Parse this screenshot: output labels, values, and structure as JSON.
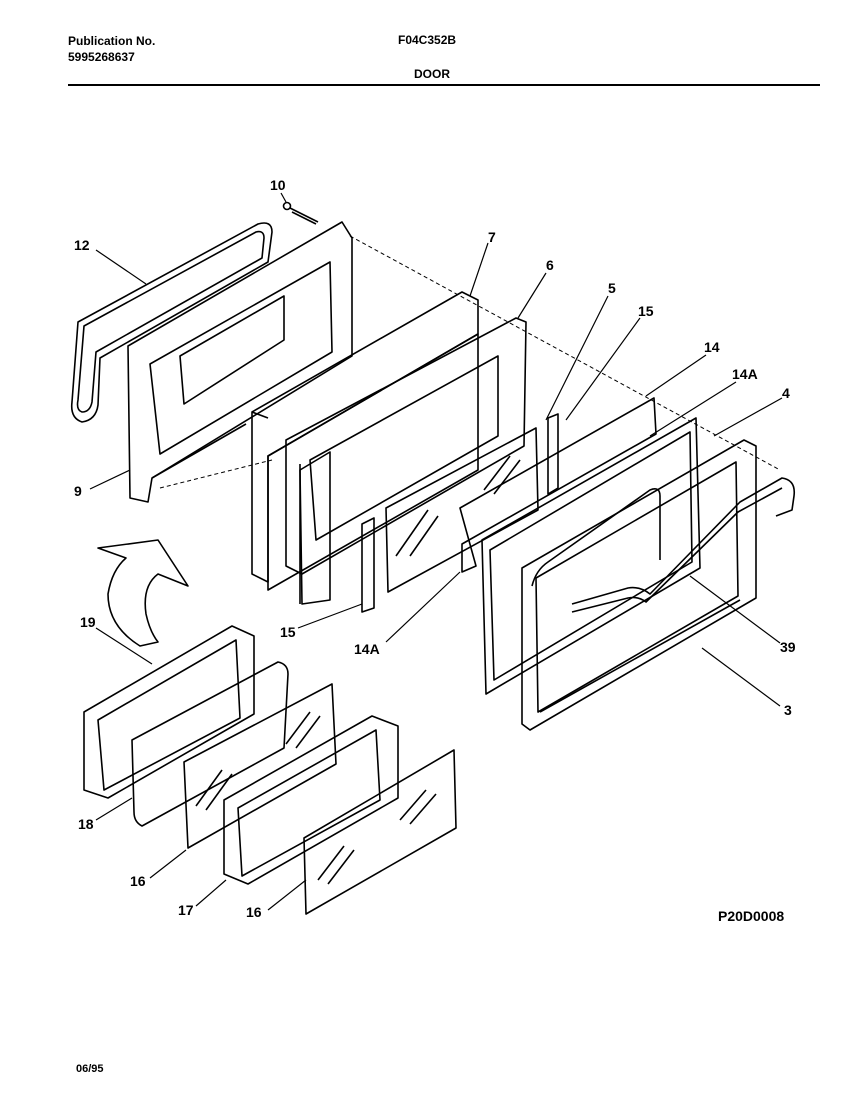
{
  "header": {
    "publication_label": "Publication No.",
    "publication_number": "5995268637",
    "model": "F04C352B",
    "section": "DOOR"
  },
  "diagram": {
    "callouts": {
      "c10": "10",
      "c12": "12",
      "c7": "7",
      "c6": "6",
      "c5": "5",
      "c15a": "15",
      "c14": "14",
      "c14a_top": "14A",
      "c4": "4",
      "c9": "9",
      "c19": "19",
      "c15b": "15",
      "c14a_bottom": "14A",
      "c39": "39",
      "c3": "3",
      "c18": "18",
      "c16a": "16",
      "c17": "17",
      "c16b": "16"
    },
    "drawing_code": "P20D0008"
  },
  "footer": {
    "date": "06/95"
  }
}
